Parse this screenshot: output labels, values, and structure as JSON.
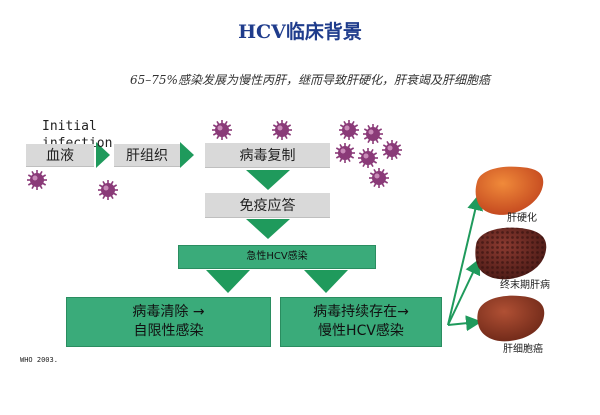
{
  "title": "HCV临床背景",
  "subtitle": "65–75%感染发展为慢性丙肝，继而导致肝硬化，肝衰竭及肝细胞癌",
  "initial_label": "Initial infection",
  "flow": {
    "blood": "血液",
    "liver_tissue": "肝组织",
    "virus_replication": "病毒复制",
    "immune_response": "免疫应答",
    "acute_infection": "急性HCV感染",
    "clearance_line1": "病毒清除",
    "clearance_line2": "自限性感染",
    "persistence_line1": "病毒持续存在",
    "persistence_line2": "慢性HCV感染",
    "arrow_glyph": "→"
  },
  "outcomes": {
    "cirrhosis": "肝硬化",
    "end_stage": "终末期肝病",
    "hcc": "肝细胞癌"
  },
  "source_note": "WHO 2003.",
  "colors": {
    "title": "#1f3c8c",
    "green_box": "#3aab7a",
    "green_arrow": "#1f9a5c",
    "gray_box": "#d9d9d9",
    "virus": "#8a3a78"
  }
}
